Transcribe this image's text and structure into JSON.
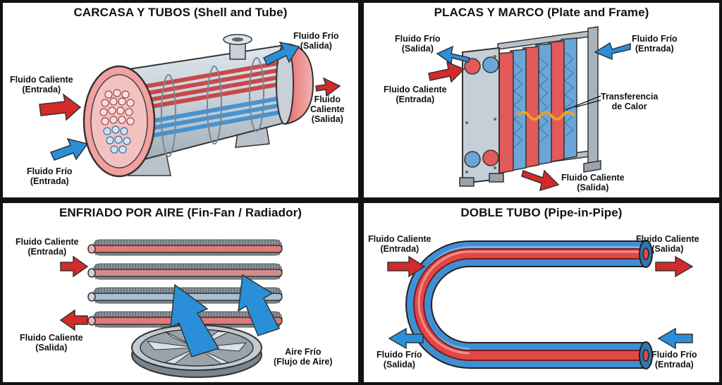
{
  "panels": {
    "shell_tube": {
      "title": "CARCASA Y TUBOS (Shell and Tube)",
      "cold_out": {
        "line1": "Fluido Frío",
        "line2": "(Salida)"
      },
      "hot_in": {
        "line1": "Fluido Caliente",
        "line2": "(Entrada)"
      },
      "hot_out": {
        "line1": "Fluido",
        "line2": "Caliente",
        "line3": "(Salida)"
      },
      "cold_in": {
        "line1": "Fluido Frío",
        "line2": "(Entrada)"
      }
    },
    "plate_frame": {
      "title": "PLACAS Y MARCO (Plate and Frame)",
      "cold_out": {
        "line1": "Fluido Frío",
        "line2": "(Salida)"
      },
      "cold_in": {
        "line1": "Fluido Frío",
        "line2": "(Entrada)"
      },
      "hot_in": {
        "line1": "Fluido Caliente",
        "line2": "(Entrada)"
      },
      "transfer": {
        "line1": "Transferencia",
        "line2": "de Calor"
      },
      "hot_out": {
        "line1": "Fluido Caliente",
        "line2": "(Salida)"
      }
    },
    "air_cooled": {
      "title": "ENFRIADO POR AIRE (Fin-Fan / Radiador)",
      "hot_in": {
        "line1": "Fluido Caliente",
        "line2": "(Entrada)"
      },
      "hot_out": {
        "line1": "Fluido Caliente",
        "line2": "(Salida)"
      },
      "air": {
        "line1": "Aire Frío",
        "line2": "(Flujo de Aire)"
      }
    },
    "double_pipe": {
      "title": "DOBLE TUBO (Pipe-in-Pipe)",
      "hot_in": {
        "line1": "Fluido Caliente",
        "line2": "(Entrada)"
      },
      "hot_out": {
        "line1": "Fluido Caliente",
        "line2": "(Salida)"
      },
      "cold_out": {
        "line1": "Fluido Frío",
        "line2": "(Salida)"
      },
      "cold_in": {
        "line1": "Fluido Frío",
        "line2": "(Entrada)"
      }
    }
  },
  "colors": {
    "hot": "#d42a2a",
    "cold": "#2a8fd8",
    "metal": "#9aa3ab",
    "background": "#ffffff",
    "divider": "#121212"
  }
}
